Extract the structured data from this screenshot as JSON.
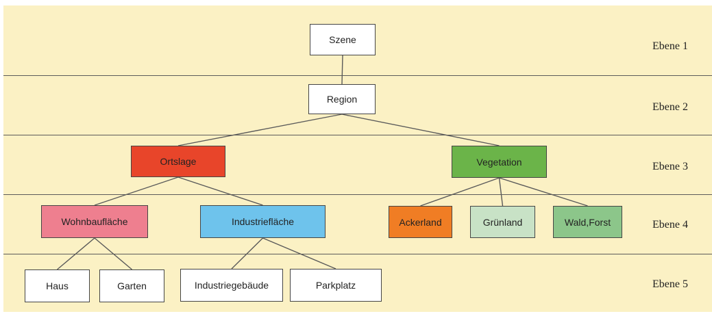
{
  "levels": [
    {
      "label": "Ebene 1"
    },
    {
      "label": "Ebene 2"
    },
    {
      "label": "Ebene 3"
    },
    {
      "label": "Ebene 4"
    },
    {
      "label": "Ebene 5"
    }
  ],
  "nodes": {
    "szene": {
      "label": "Szene",
      "color": "#ffffff"
    },
    "region": {
      "label": "Region",
      "color": "#ffffff"
    },
    "ortslage": {
      "label": "Ortslage",
      "color": "#e8452a"
    },
    "vegetation": {
      "label": "Vegetation",
      "color": "#6bb449"
    },
    "wohnbauflaeche": {
      "label": "Wohnbaufläche",
      "color": "#ee7f8f"
    },
    "industrieflaeche": {
      "label": "Industriefläche",
      "color": "#6ec3ec"
    },
    "ackerland": {
      "label": "Ackerland",
      "color": "#f07d24"
    },
    "gruenland": {
      "label": "Grünland",
      "color": "#c8e2c6"
    },
    "waldforst": {
      "label": "Wald,Forst",
      "color": "#8cc68a"
    },
    "haus": {
      "label": "Haus",
      "color": "#ffffff"
    },
    "garten": {
      "label": "Garten",
      "color": "#ffffff"
    },
    "industriegebaeude": {
      "label": "Industriegebäude",
      "color": "#ffffff"
    },
    "parkplatz": {
      "label": "Parkplatz",
      "color": "#ffffff"
    }
  },
  "edges": [
    [
      "szene",
      "region"
    ],
    [
      "region",
      "ortslage"
    ],
    [
      "region",
      "vegetation"
    ],
    [
      "ortslage",
      "wohnbauflaeche"
    ],
    [
      "ortslage",
      "industrieflaeche"
    ],
    [
      "vegetation",
      "ackerland"
    ],
    [
      "vegetation",
      "gruenland"
    ],
    [
      "vegetation",
      "waldforst"
    ],
    [
      "wohnbauflaeche",
      "haus"
    ],
    [
      "wohnbauflaeche",
      "garten"
    ],
    [
      "industrieflaeche",
      "industriegebaeude"
    ],
    [
      "industrieflaeche",
      "parkplatz"
    ]
  ],
  "colors": {
    "band_background": "#fbf1c4",
    "line": "#5a5a5a"
  }
}
